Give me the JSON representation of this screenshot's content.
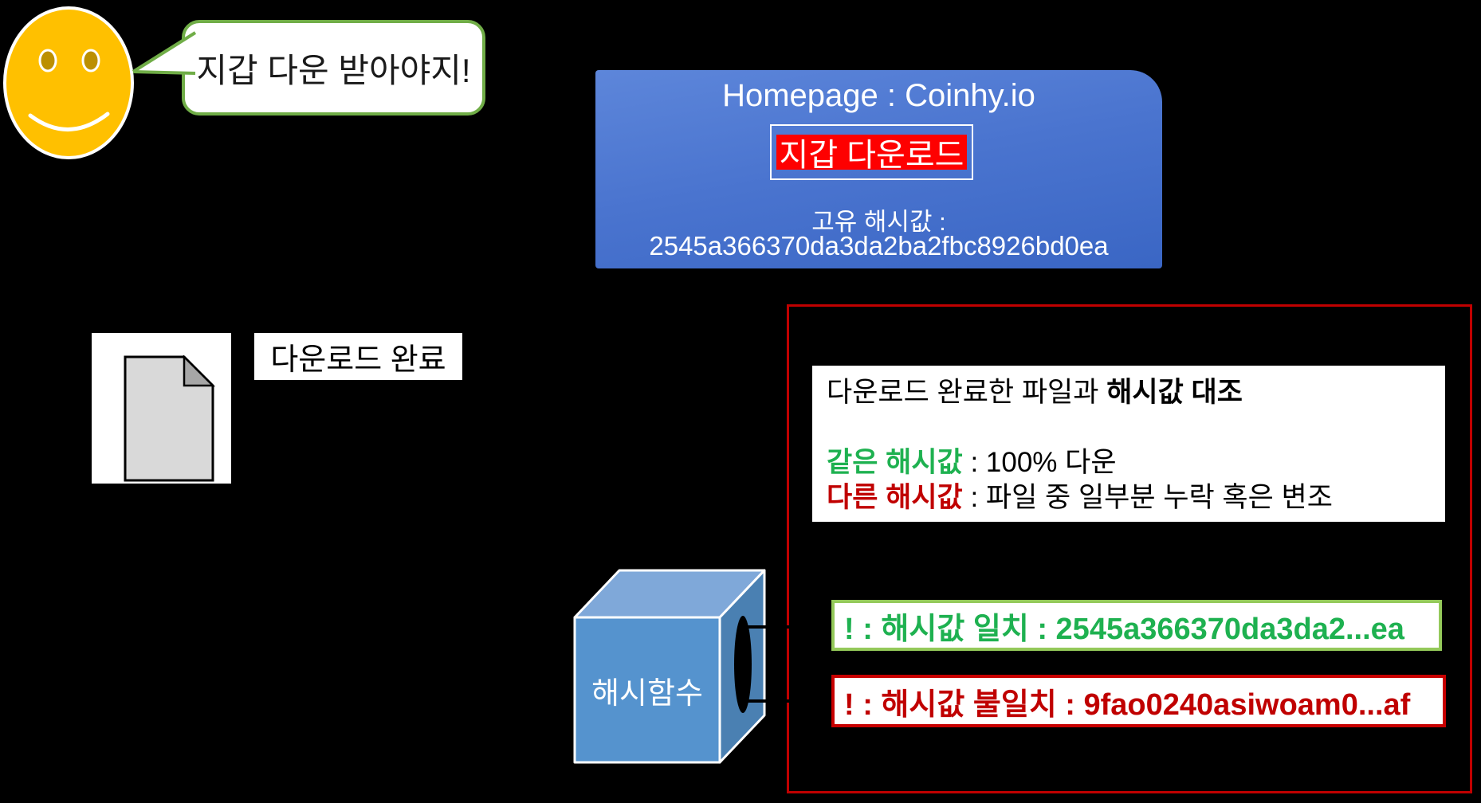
{
  "speech_bubble": {
    "text": "지갑 다운 받아야지!"
  },
  "homepage_card": {
    "title": "Homepage : Coinhy.io",
    "download_button": "지갑 다운로드",
    "hash_caption": "고유 해시값 :",
    "hash_value": "2545a366370da3da2ba2fbc8926bd0ea"
  },
  "file": {
    "status_label": "다운로드 완료"
  },
  "hash_function": {
    "label": "해시함수"
  },
  "comparison_panel": {
    "heading_regular": "다운로드 완료한 파일과 ",
    "heading_bold": "해시값 대조",
    "same_hash_label": "같은 해시값",
    "same_hash_desc": " : 100% 다운",
    "diff_hash_label": "다른 해시값",
    "diff_hash_desc": " : 파일 중 일부분 누락 혹은 변조"
  },
  "results": {
    "match_text": "! : 해시값 일치 : 2545a366370da3da2...ea",
    "mismatch_text": "! : 해시값 불일치 : 9fao0240asiwoam0...af"
  },
  "colors": {
    "background": "#000000",
    "bubble_green": "#70AD47",
    "smiley_yellow": "#FFC000",
    "card_blue_top": "#5D86DA",
    "card_blue_bottom": "#3A66C4",
    "button_red": "#FE0000",
    "panel_red": "#C00000",
    "match_green_text": "#1EB150",
    "match_green_border": "#94C95A",
    "cube_front_blue": "#5593CE"
  }
}
